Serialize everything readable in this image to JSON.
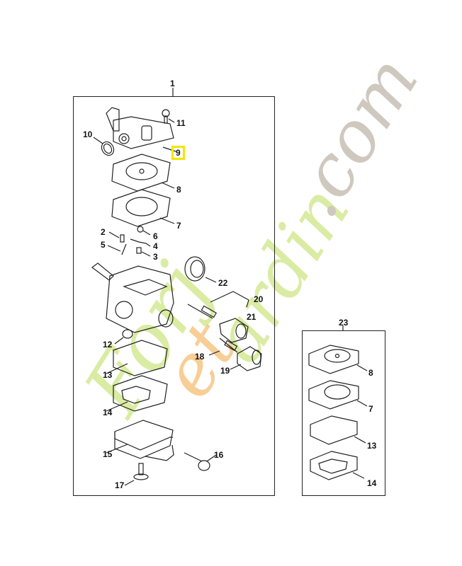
{
  "diagram": {
    "type": "exploded parts diagram",
    "subject": "Carburetor assembly",
    "highlight_color": "#f2e600",
    "highlighted_part": "9",
    "main_assembly": {
      "label": "1",
      "parts": [
        {
          "id": "p2",
          "label": "2"
        },
        {
          "id": "p3",
          "label": "3"
        },
        {
          "id": "p4",
          "label": "4"
        },
        {
          "id": "p5",
          "label": "5"
        },
        {
          "id": "p6",
          "label": "6"
        },
        {
          "id": "p7",
          "label": "7"
        },
        {
          "id": "p8",
          "label": "8"
        },
        {
          "id": "p9",
          "label": "9"
        },
        {
          "id": "p10",
          "label": "10"
        },
        {
          "id": "p11",
          "label": "11"
        },
        {
          "id": "p12",
          "label": "12"
        },
        {
          "id": "p13",
          "label": "13"
        },
        {
          "id": "p14",
          "label": "14"
        },
        {
          "id": "p15",
          "label": "15"
        },
        {
          "id": "p16",
          "label": "16"
        },
        {
          "id": "p17",
          "label": "17"
        },
        {
          "id": "p18",
          "label": "18"
        },
        {
          "id": "p19",
          "label": "19"
        },
        {
          "id": "p20",
          "label": "20"
        },
        {
          "id": "p21",
          "label": "21"
        },
        {
          "id": "p22",
          "label": "22"
        }
      ]
    },
    "gasket_kit": {
      "label": "23",
      "parts": [
        {
          "id": "k8",
          "label": "8"
        },
        {
          "id": "k7",
          "label": "7"
        },
        {
          "id": "k13",
          "label": "13"
        },
        {
          "id": "k14",
          "label": "14"
        }
      ]
    }
  },
  "watermark": {
    "text_green": "Forj",
    "text_orange": "et",
    "text_green2": "ardin",
    "text_gray": ".com",
    "green": "#d6ea9a",
    "orange": "#f7c98a",
    "gray": "#cfc8bf"
  }
}
